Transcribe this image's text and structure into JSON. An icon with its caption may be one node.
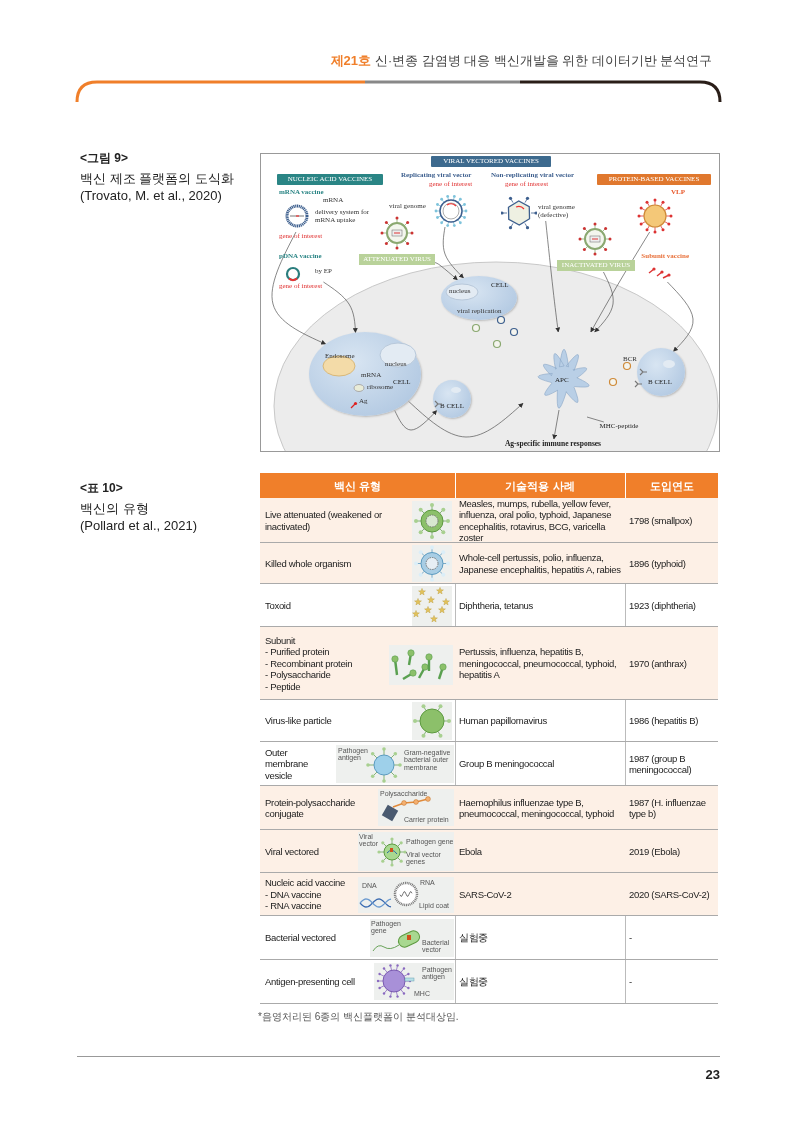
{
  "diagram": {
    "nodes": [
      {
        "text": [
          "VIRAL VECTORED VACCINES"
        ]
      },
      {
        "text": [
          "NUCLEIC ACID VACCINES"
        ]
      },
      {
        "text": [
          "Replicating viral vector"
        ]
      },
      {
        "text": [
          "Non-replicating viral vector"
        ]
      },
      {
        "text": [
          "PROTEIN-BASED VACCINES"
        ]
      },
      {
        "text": [
          "mRNA vaccine"
        ]
      },
      {
        "text": [
          "VLP"
        ]
      },
      {
        "text": [
          "ATTENUATED VIRUS"
        ]
      },
      {
        "text": [
          "INACTIVATED VIRUS"
        ]
      },
      {
        "text": [
          "pDNA vaccine"
        ]
      },
      {
        "text": [
          "Subunit vaccine"
        ]
      },
      {
        "text": [
          "CELL"
        ]
      },
      {
        "text": [
          "CELL"
        ]
      },
      {
        "text": [
          "APC"
        ]
      },
      {
        "text": [
          "B CELL"
        ]
      },
      {
        "text": [
          "B CELL"
        ]
      },
      {
        "text": [
          "MHC-peptide"
        ]
      },
      {
        "text": [
          "Ag-specific immune responses"
        ]
      }
    ],
    "edges": [
      {
        "from": 5,
        "to": 12,
        "arrow": "to"
      },
      {
        "from": 9,
        "to": 12,
        "arrow": "to"
      },
      {
        "from": 2,
        "to": 11,
        "arrow": "to"
      },
      {
        "from": 7,
        "to": 11,
        "arrow": "to"
      },
      {
        "from": 3,
        "to": 13,
        "arrow": "to"
      },
      {
        "from": 8,
        "to": 13,
        "arrow": "to"
      },
      {
        "from": 6,
        "to": 13,
        "arrow": "to"
      },
      {
        "from": 10,
        "to": 14,
        "arrow": "to"
      },
      {
        "from": 12,
        "to": 15,
        "arrow": "to"
      },
      {
        "from": 12,
        "to": 13,
        "arrow": "to"
      },
      {
        "from": 13,
        "to": 17,
        "arrow": "to"
      },
      {
        "from": 16,
        "to": null,
        "arrow": "none"
      }
    ],
    "labels": [
      "제21호",
      "신·변종 감염병 대응 백신개발을 위한 데이터기반 분석연구",
      "<그림 9>",
      "백신 제조 플랫폼의 도식화",
      "(Trovato, M. et al., 2020)",
      "gene of interest",
      "gene of interest",
      "mRNA",
      "delivery system for mRNA uptake",
      "viral genome",
      "viral genome (defective)",
      "gene of interest",
      "by EP",
      "gene of interest",
      "nucleus",
      "viral replication",
      "Endosome",
      "nucleus",
      "BCR",
      "mRNA",
      "ribosome",
      "Ag",
      "<표 10>",
      "백신의 유형",
      "(Pollard et al., 2021)",
      "백신 유형",
      "기술적용 사례",
      "도입연도",
      "Live attenuated (weakened or inactivated)",
      "Measles, mumps, rubella, yellow fever, influenza, oral polio, typhoid, Japanese encephalitis, rotavirus, BCG, varicella zoster",
      "1798 (smallpox)",
      "Killed whole organism",
      "Whole-cell pertussis, polio, influenza, Japanese encephalitis, hepatitis A, rabies",
      "1896 (typhoid)",
      "Toxoid",
      "Diphtheria, tetanus",
      "1923 (diphtheria)",
      "Subunit",
      "- Purified protein",
      "- Recombinant protein",
      "- Polysaccharide",
      "- Peptide",
      "Pertussis, influenza, hepatitis B, meningococcal, pneumococcal, typhoid, hepatitis A",
      "1970 (anthrax)",
      "Virus-like particle",
      "Human papillomavirus",
      "1986 (hepatitis B)",
      "Outer membrane vesicle",
      "Pathogen antigen",
      "Gram-negative bacterial outer membrane",
      "Group B meningococcal",
      "1987 (group B meningococcal)",
      "Protein-polysaccharide conjugate",
      "Polysaccharide",
      "Carrier protein",
      "Haemophilus influenzae type B, pneumococcal, meningococcal, typhoid",
      "1987 (H. influenzae type b)",
      "Viral vectored",
      "Viral vector",
      "Pathogen gene",
      "Viral vector genes",
      "Ebola",
      "2019 (Ebola)",
      "Nucleic acid vaccine",
      "- DNA vaccine",
      "- RNA vaccine",
      "DNA",
      "RNA",
      "Lipid coat",
      "SARS-CoV-2",
      "2020 (SARS-CoV-2)",
      "Bacterial vectored",
      "Pathogen gene",
      "Bacterial vector",
      "실험중",
      "-",
      "Antigen-presenting cell",
      "Pathogen antigen",
      "MHC",
      "실험중",
      "-",
      "*음영처리된 6종의 백신플랫폼이 분석대상임.",
      "23"
    ]
  }
}
